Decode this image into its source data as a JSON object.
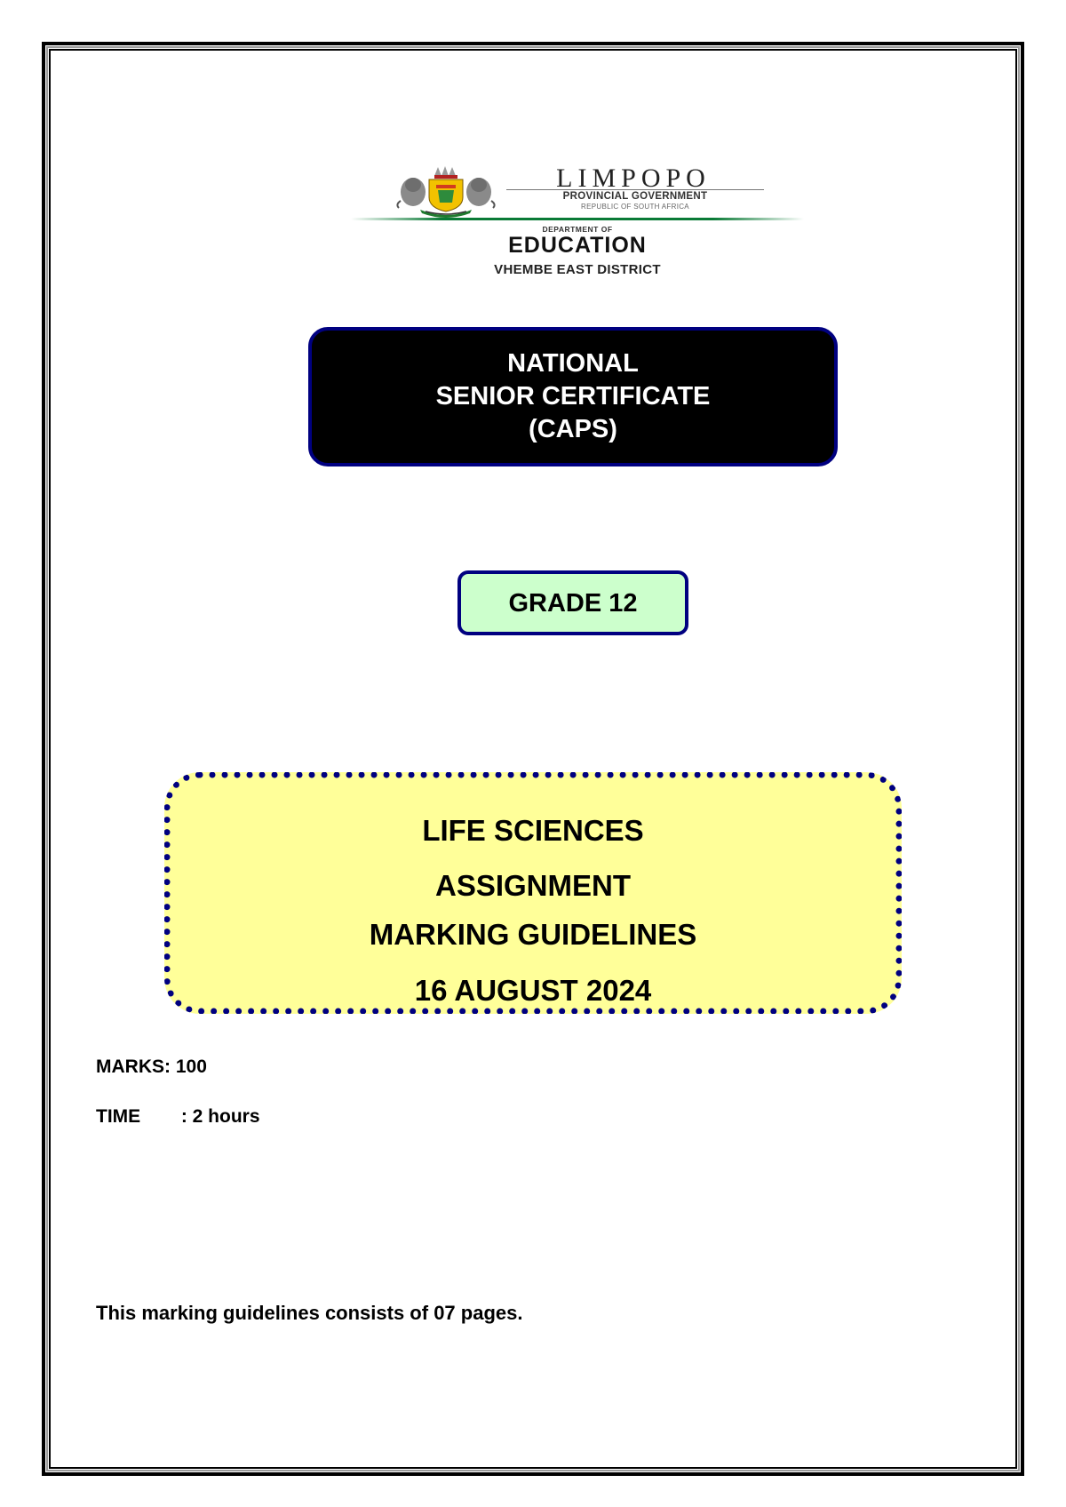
{
  "header": {
    "province": "LIMPOPO",
    "government": "PROVINCIAL GOVERNMENT",
    "country": "REPUBLIC OF SOUTH AFRICA",
    "department_prefix": "DEPARTMENT OF",
    "department": "EDUCATION",
    "district": "VHEMBE EAST DISTRICT",
    "crest_icon": "coat-of-arms-icon"
  },
  "certificate": {
    "lines": [
      "NATIONAL",
      "SENIOR CERTIFICATE",
      "(CAPS)"
    ]
  },
  "grade": {
    "label": "GRADE 12"
  },
  "subject": {
    "lines": [
      "LIFE SCIENCES",
      "ASSIGNMENT",
      "MARKING GUIDELINES",
      "16 AUGUST 2024"
    ]
  },
  "meta": {
    "marks_label": "MARKS:",
    "marks_value": "100",
    "time_label": "TIME",
    "time_value": ": 2 hours"
  },
  "footer": {
    "note": "This marking guidelines consists of 07 pages."
  },
  "colors": {
    "navy_border": "#000080",
    "nsc_fill": "#000000",
    "grade_fill": "#ccffcc",
    "subject_fill": "#ffff99",
    "rule_green": "#0a7a36"
  }
}
